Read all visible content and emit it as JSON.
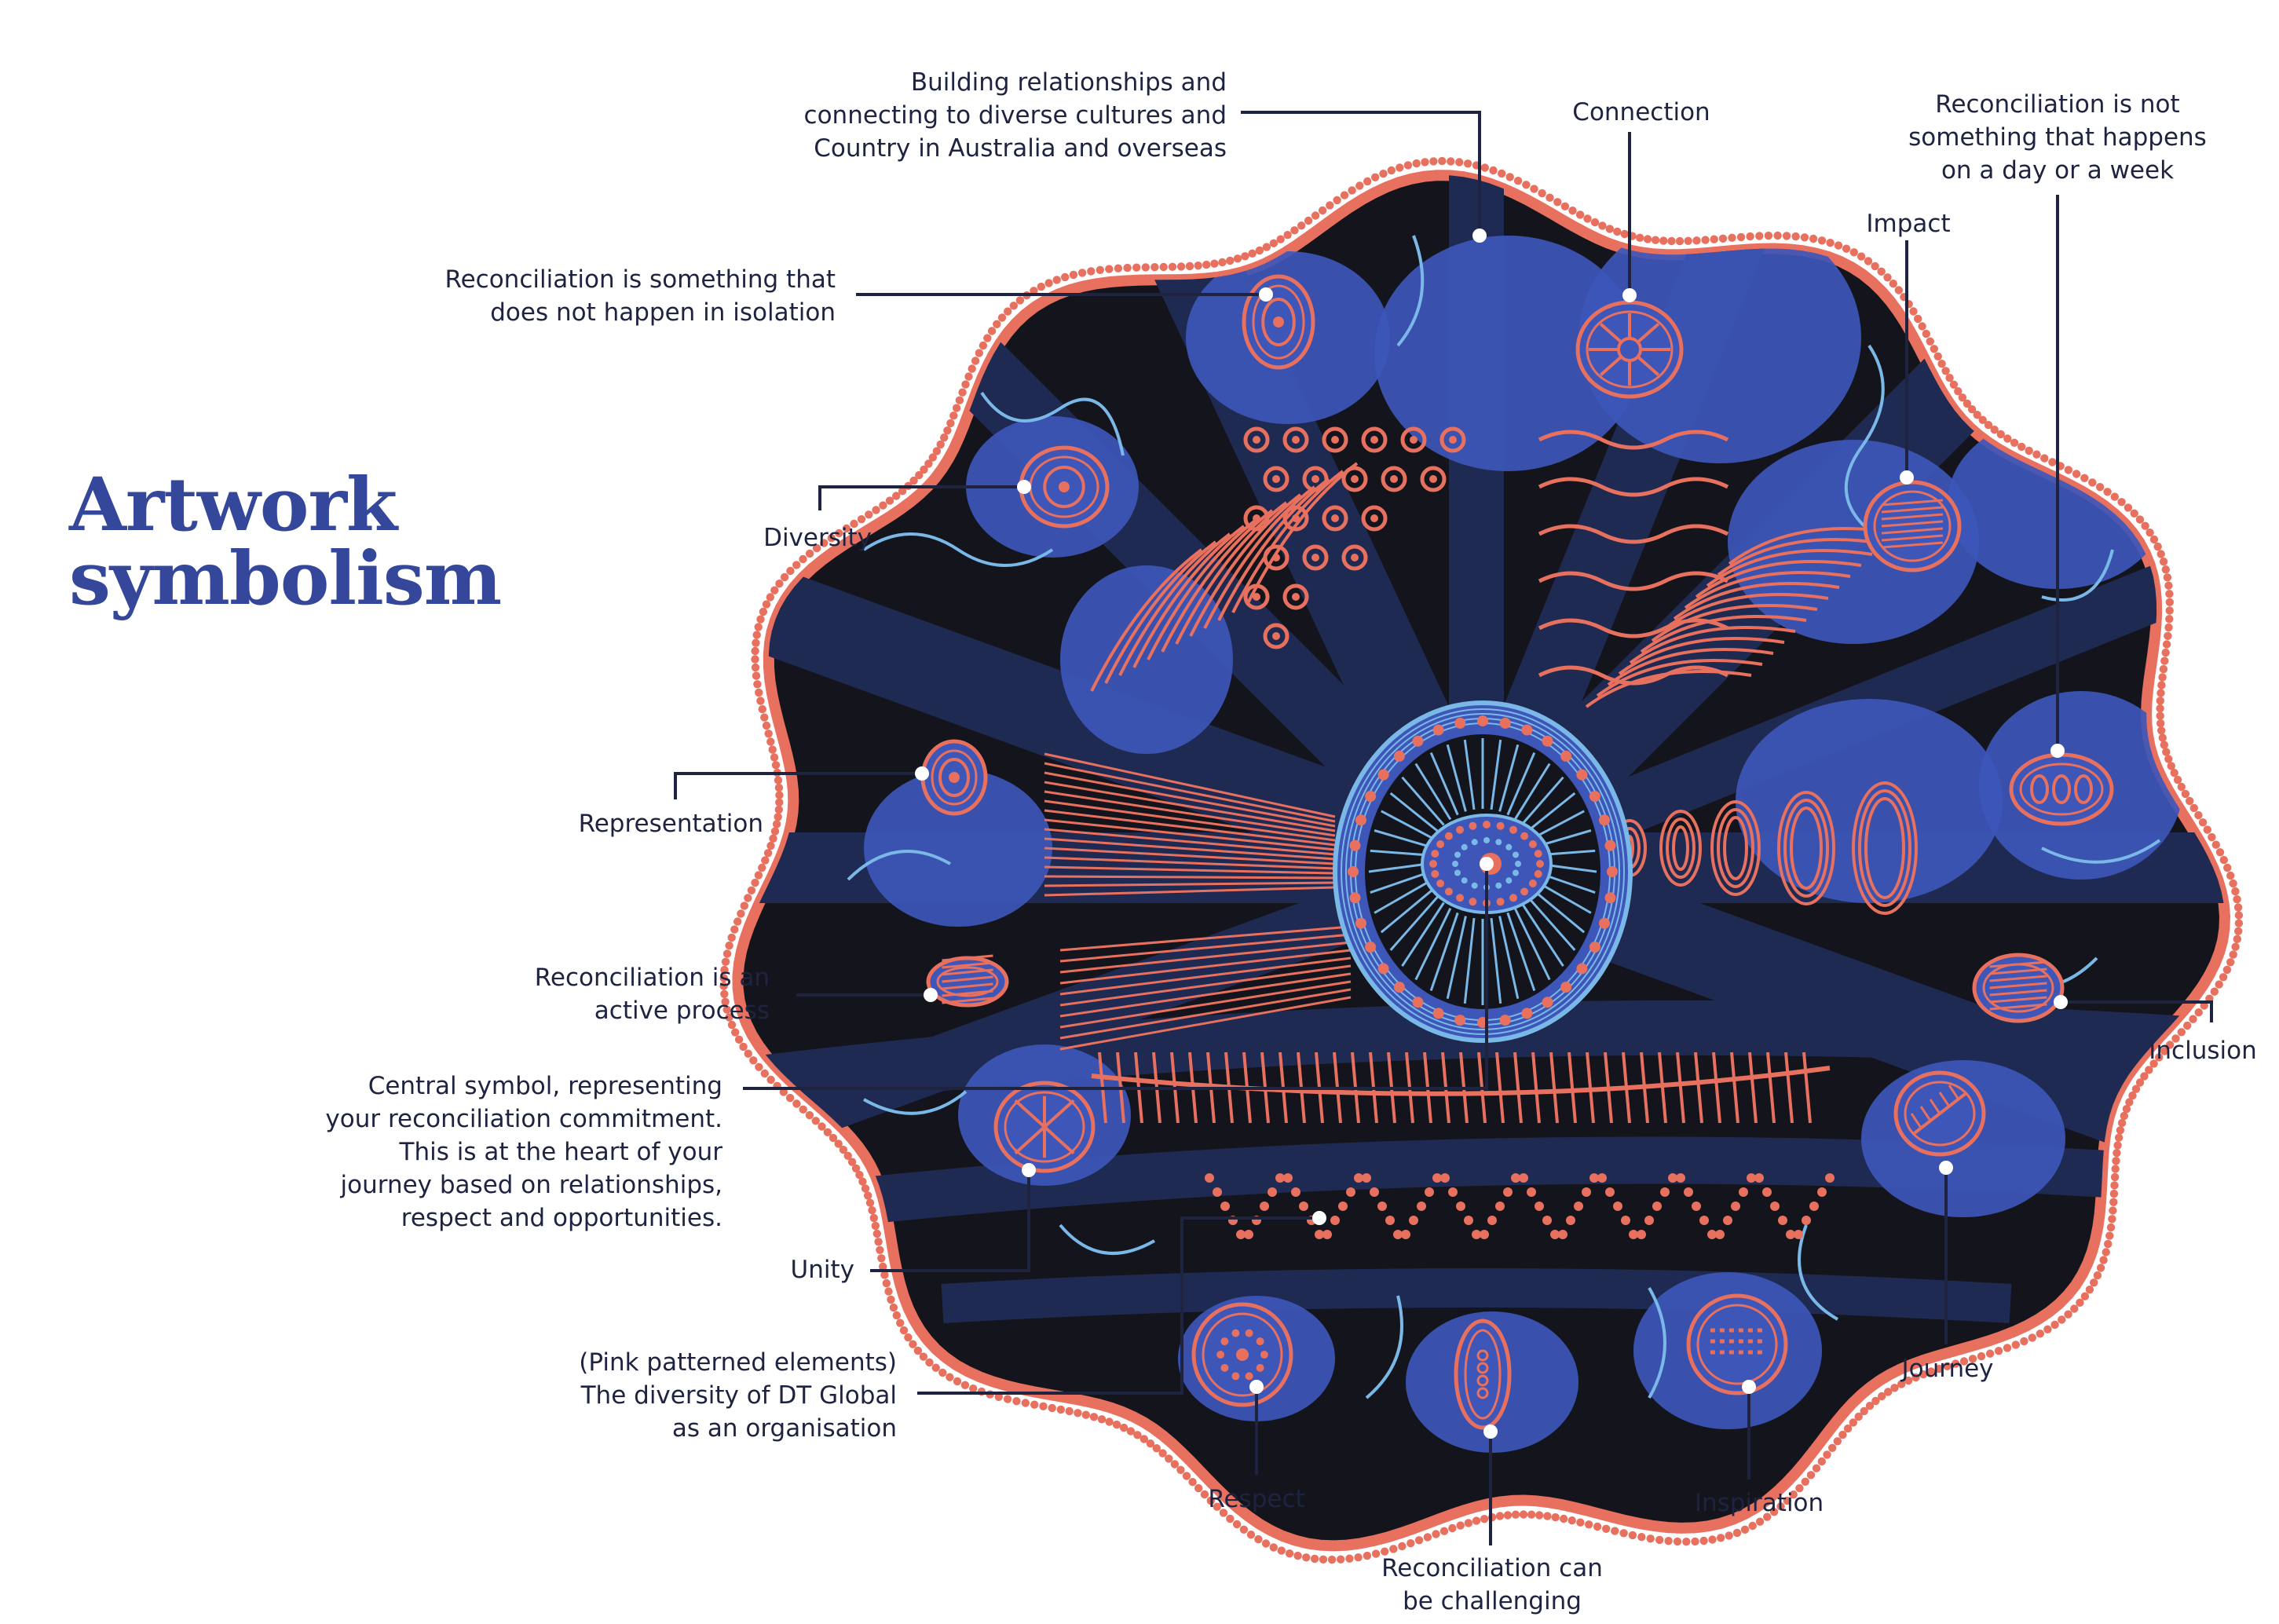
{
  "title": {
    "line1": "Artwork",
    "line2": "symbolism"
  },
  "labels": {
    "building": "Building relationships and\nconnecting to diverse cultures and\nCountry in Australia and overseas",
    "connection": "Connection",
    "not_a_day": "Reconciliation is not\nsomething that happens\non a day or a week",
    "impact": "Impact",
    "isolation": "Reconciliation is something that\ndoes not happen in isolation",
    "diversity": "Diversity",
    "representation": "Representation",
    "active": "Reconciliation is an\nactive process",
    "central": "Central symbol, representing\nyour reconciliation commitment.\nThis is at the heart of your\njourney based on relationships,\nrespect and opportunities.",
    "unity": "Unity",
    "pink": "(Pink patterned elements)\nThe diversity of DT Global\nas an organisation",
    "respect": "Respect",
    "challenging": "Reconciliation can\nbe challenging",
    "inspiration": "Inspiration",
    "journey": "Journey",
    "inclusion": "Inclusion"
  },
  "colors": {
    "title": "#34479a",
    "text": "#1e2340",
    "leader": "#1e2340",
    "coral": "#e8705e",
    "navy": "#1f2a52",
    "black": "#14151c",
    "blue": "#3d56b8",
    "light_blue": "#7ab8e8"
  }
}
